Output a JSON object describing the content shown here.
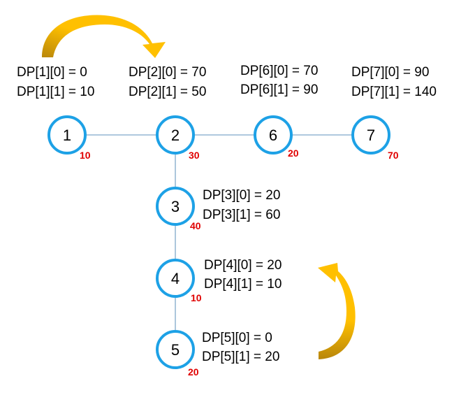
{
  "colors": {
    "node_stroke": "#1DA1E6",
    "edge": "#7FA7C9",
    "weight_text": "#E00000",
    "arrow_light": "#FFC000",
    "arrow_dark": "#B8860B"
  },
  "nodes": [
    {
      "id": "1",
      "label": "1",
      "weight": "10"
    },
    {
      "id": "2",
      "label": "2",
      "weight": "30"
    },
    {
      "id": "6",
      "label": "6",
      "weight": "20"
    },
    {
      "id": "7",
      "label": "7",
      "weight": "70"
    },
    {
      "id": "3",
      "label": "3",
      "weight": "40"
    },
    {
      "id": "4",
      "label": "4",
      "weight": "10"
    },
    {
      "id": "5",
      "label": "5",
      "weight": "20"
    }
  ],
  "edges": [
    {
      "from": "1",
      "to": "2"
    },
    {
      "from": "2",
      "to": "6"
    },
    {
      "from": "6",
      "to": "7"
    },
    {
      "from": "2",
      "to": "3"
    },
    {
      "from": "3",
      "to": "4"
    },
    {
      "from": "4",
      "to": "5"
    }
  ],
  "dp": {
    "1": [
      "DP[1][0] = 0",
      "DP[1][1] = 10"
    ],
    "2": [
      "DP[2][0] = 70",
      "DP[2][1] = 50"
    ],
    "6": [
      "DP[6][0] = 70",
      "DP[6][1] = 90"
    ],
    "7": [
      "DP[7][0] = 90",
      "DP[7][1] = 140"
    ],
    "3": [
      "DP[3][0] = 20",
      "DP[3][1] = 60"
    ],
    "4": [
      "DP[4][0] = 20",
      "DP[4][1] = 10"
    ],
    "5": [
      "DP[5][0] = 0",
      "DP[5][1] = 20"
    ]
  },
  "icons": {
    "top_arrow": "curved-arrow-right-icon",
    "bottom_arrow": "curved-arrow-up-icon"
  }
}
